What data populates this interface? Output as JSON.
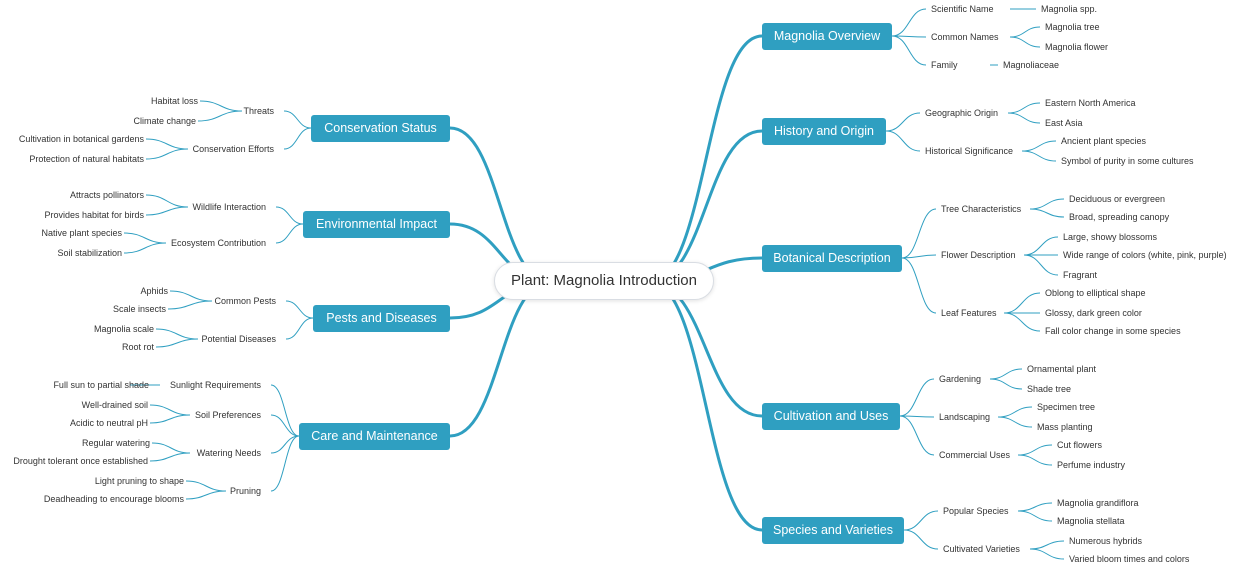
{
  "root": {
    "label": "Plant: Magnolia Introduction"
  },
  "branches": {
    "overview": {
      "label": "Magnolia Overview",
      "scientific": {
        "label": "Scientific Name",
        "items": [
          "Magnolia spp."
        ]
      },
      "common": {
        "label": "Common Names",
        "items": [
          "Magnolia tree",
          "Magnolia flower"
        ]
      },
      "family": {
        "label": "Family",
        "items": [
          "Magnoliaceae"
        ]
      }
    },
    "history": {
      "label": "History and Origin",
      "geo": {
        "label": "Geographic Origin",
        "items": [
          "Eastern North America",
          "East Asia"
        ]
      },
      "significance": {
        "label": "Historical Significance",
        "items": [
          "Ancient plant species",
          "Symbol of purity in some cultures"
        ]
      }
    },
    "botanical": {
      "label": "Botanical Description",
      "tree": {
        "label": "Tree Characteristics",
        "items": [
          "Deciduous or evergreen",
          "Broad, spreading canopy"
        ]
      },
      "flower": {
        "label": "Flower Description",
        "items": [
          "Large, showy blossoms",
          "Wide range of colors (white, pink, purple)",
          "Fragrant"
        ]
      },
      "leaf": {
        "label": "Leaf Features",
        "items": [
          "Oblong to elliptical shape",
          "Glossy, dark green color",
          "Fall color change in some species"
        ]
      }
    },
    "cultivation": {
      "label": "Cultivation and Uses",
      "gardening": {
        "label": "Gardening",
        "items": [
          "Ornamental plant",
          "Shade tree"
        ]
      },
      "landscaping": {
        "label": "Landscaping",
        "items": [
          "Specimen tree",
          "Mass planting"
        ]
      },
      "commercial": {
        "label": "Commercial Uses",
        "items": [
          "Cut flowers",
          "Perfume industry"
        ]
      }
    },
    "species": {
      "label": "Species and Varieties",
      "popular": {
        "label": "Popular Species",
        "items": [
          "Magnolia grandiflora",
          "Magnolia stellata"
        ]
      },
      "cultivated": {
        "label": "Cultivated Varieties",
        "items": [
          "Numerous hybrids",
          "Varied bloom times and colors"
        ]
      }
    },
    "conservation": {
      "label": "Conservation Status",
      "threats": {
        "label": "Threats",
        "items": [
          "Habitat loss",
          "Climate change"
        ]
      },
      "efforts": {
        "label": "Conservation Efforts",
        "items": [
          "Cultivation in botanical gardens",
          "Protection of natural habitats"
        ]
      }
    },
    "environmental": {
      "label": "Environmental Impact",
      "wildlife": {
        "label": "Wildlife Interaction",
        "items": [
          "Attracts pollinators",
          "Provides habitat for birds"
        ]
      },
      "ecosystem": {
        "label": "Ecosystem Contribution",
        "items": [
          "Native plant species",
          "Soil stabilization"
        ]
      }
    },
    "pests": {
      "label": "Pests and Diseases",
      "common": {
        "label": "Common Pests",
        "items": [
          "Aphids",
          "Scale insects"
        ]
      },
      "diseases": {
        "label": "Potential Diseases",
        "items": [
          "Magnolia scale",
          "Root rot"
        ]
      }
    },
    "care": {
      "label": "Care and Maintenance",
      "sunlight": {
        "label": "Sunlight Requirements",
        "items": [
          "Full sun to partial shade"
        ]
      },
      "soil": {
        "label": "Soil Preferences",
        "items": [
          "Well-drained soil",
          "Acidic to neutral pH"
        ]
      },
      "watering": {
        "label": "Watering Needs",
        "items": [
          "Regular watering",
          "Drought tolerant once established"
        ]
      },
      "pruning": {
        "label": "Pruning",
        "items": [
          "Light pruning to shape",
          "Deadheading to encourage blooms"
        ]
      }
    }
  },
  "colors": {
    "branch": "#2f9fc1",
    "line": "#2f9fc1",
    "text": "#333333"
  }
}
